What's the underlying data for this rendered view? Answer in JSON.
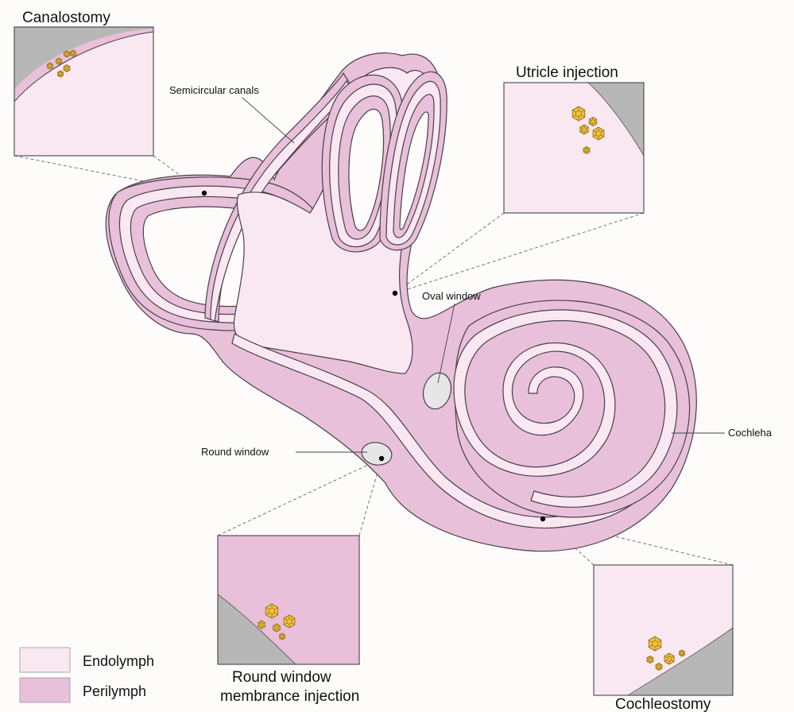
{
  "colors": {
    "endolymph": "#f9e8f2",
    "perilymph": "#e8c0da",
    "outline": "#4a3f48",
    "bone": "#b7b7b7",
    "window": "#e6e6e6",
    "virus_fill": "#f0c040",
    "virus_stroke": "#8a6410"
  },
  "insets": {
    "canalostomy": "Canalostomy",
    "utricle": "Utricle injection",
    "round_window_line1": "Round window",
    "round_window_line2": "membrance injection",
    "cochleostomy": "Cochleostomy"
  },
  "annotations": {
    "semicircular": "Semicircular canals",
    "oval_window": "Oval window",
    "round_window": "Round window",
    "cochlea": "Cochleha"
  },
  "legend": {
    "endolymph": "Endolymph",
    "perilymph": "Perilymph"
  }
}
